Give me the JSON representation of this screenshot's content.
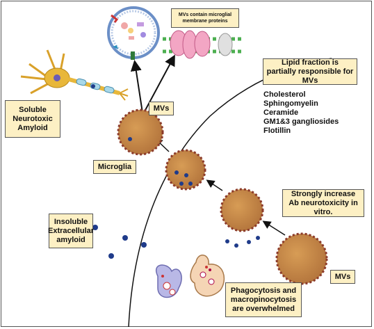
{
  "colors": {
    "box_fill": "#fdf0c4",
    "cell_fill": "#c68a45",
    "cell_stroke": "#8b3a2a",
    "amyloid_dot": "#1f3b8a",
    "neuron": "#e8b73a"
  },
  "labels": {
    "mv_membrane_note": "MVs contain microglial membrane proteins",
    "mvs_top": "MVs",
    "lipid_fraction": "Lipid fraction is partially responsible for MVs",
    "soluble_amyloid": "Soluble Neurotoxic Amyloid",
    "microglia": "Microglia",
    "strongly_increase": "Strongly increase Ab neurotoxicity in vitro.",
    "insoluble_amyloid": "Insoluble Extracellular amyloid",
    "mvs_bottom": "MVs",
    "phagocytosis": "Phagocytosis and macropinocytosis are overwhelmed"
  },
  "lipids": [
    "Cholesterol",
    "Sphingomyelin",
    "Ceramide",
    "GM1&3 gangliosides",
    "Flotillin"
  ],
  "icons": [
    "neuron-icon",
    "vesicle-icon",
    "membrane-icon",
    "microglia-icon",
    "macrophage-icon",
    "amyloid-dot-icon"
  ]
}
